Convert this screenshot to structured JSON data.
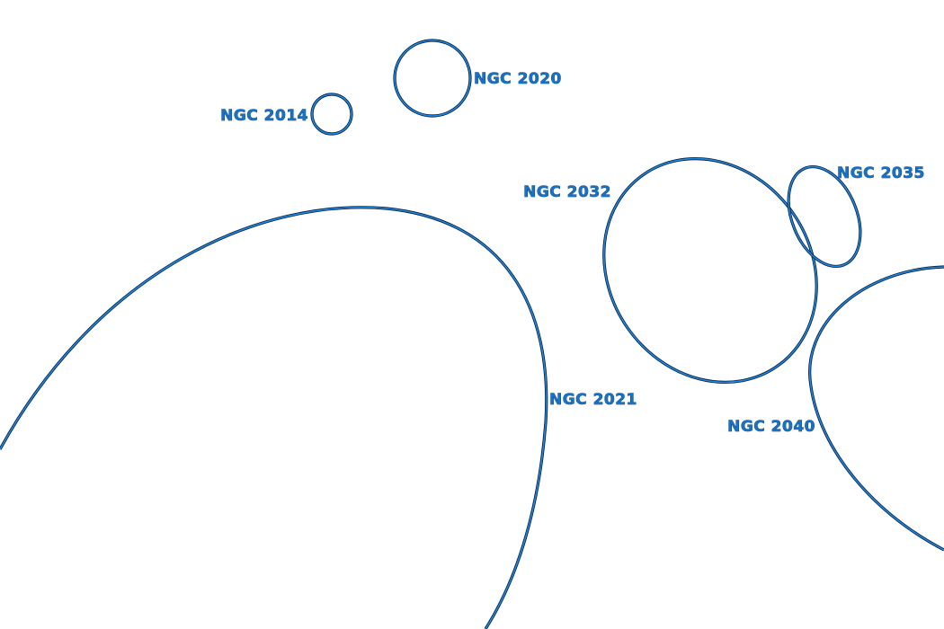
{
  "objects": [
    {
      "id": "ngc-2014",
      "label": "NGC 2014"
    },
    {
      "id": "ngc-2020",
      "label": "NGC 2020"
    },
    {
      "id": "ngc-2032",
      "label": "NGC 2032"
    },
    {
      "id": "ngc-2035",
      "label": "NGC 2035"
    },
    {
      "id": "ngc-2021",
      "label": "NGC 2021"
    },
    {
      "id": "ngc-2040",
      "label": "NGC 2040"
    }
  ],
  "colors": {
    "outline": "#1a8ae6",
    "outline_shadow": "#0b1a33",
    "label": "#1474c9"
  }
}
